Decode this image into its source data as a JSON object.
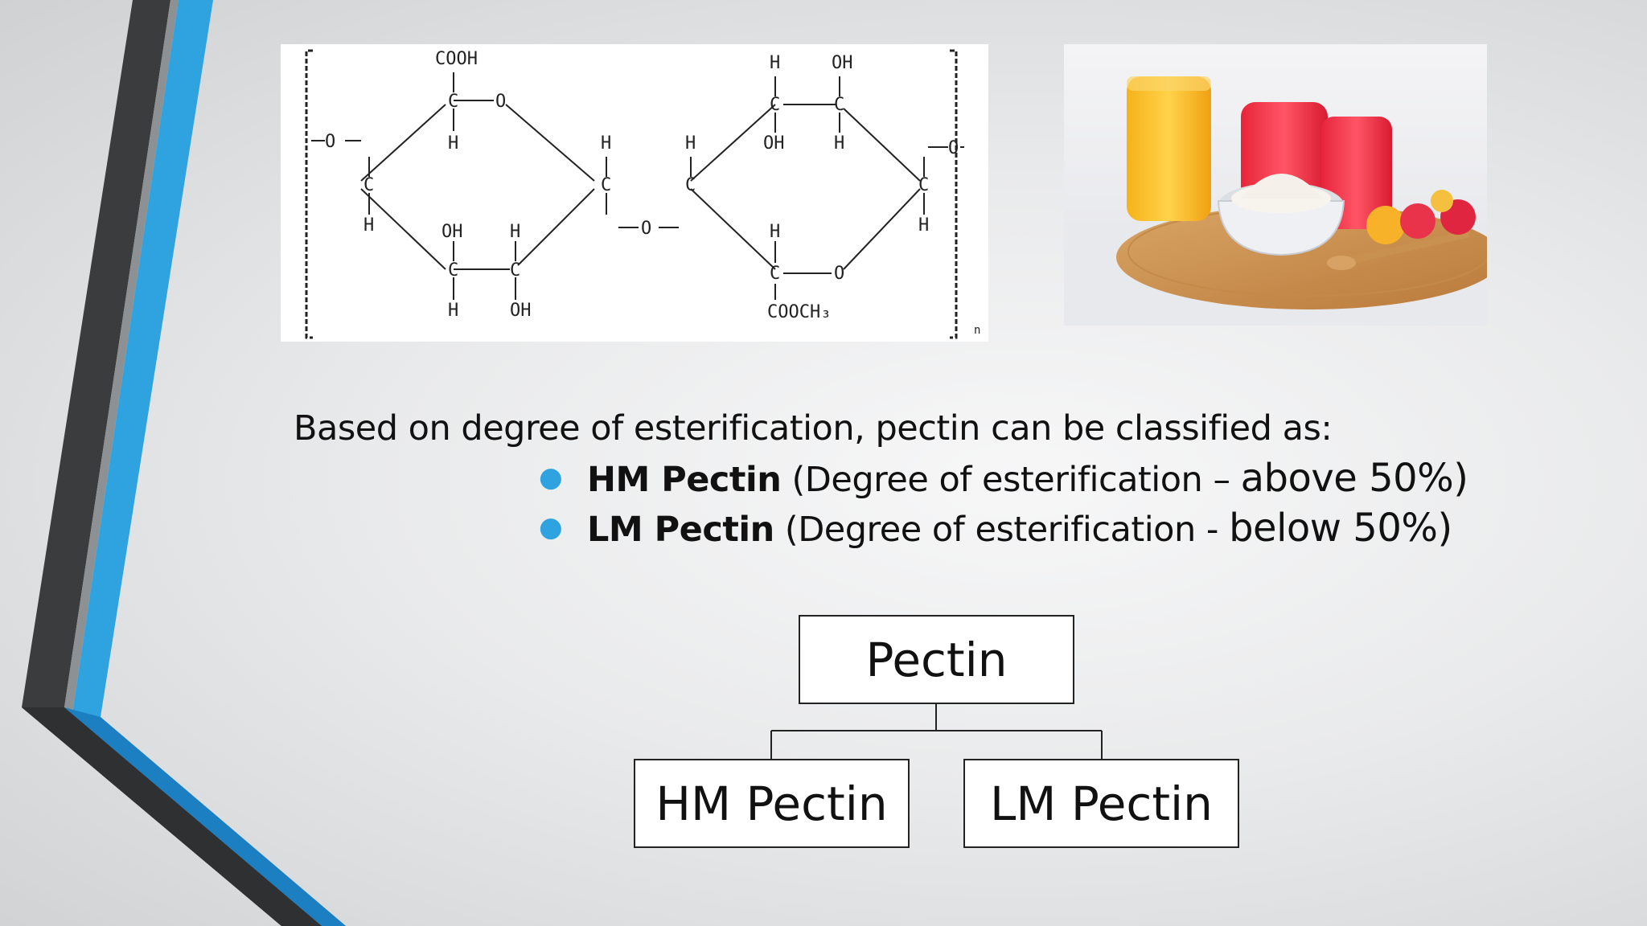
{
  "intro_text": "Based on degree of esterification, pectin can be classified as:",
  "bullets": [
    {
      "term": "HM Pectin",
      "detail": " (Degree of esterification – ",
      "value": "above 50%)"
    },
    {
      "term": "LM Pectin",
      "detail": "  (Degree of esterification - ",
      "value": "below 50%)"
    }
  ],
  "hierarchy": {
    "root": "Pectin",
    "children": [
      "HM Pectin",
      "LM Pectin"
    ]
  },
  "structure": {
    "labels": [
      "COOH",
      "O",
      "H",
      "C",
      "OH",
      "O",
      "OH",
      "H",
      "OH",
      "H",
      "C",
      "H",
      "H",
      "C",
      "H",
      "O",
      "C",
      "H",
      "O",
      "C",
      "H",
      "OH",
      "H",
      "C",
      "O",
      "COOCH₃",
      "n"
    ]
  },
  "colors": {
    "accent_blue": "#2ea3df",
    "dark_stripe": "#3b3c3e",
    "mid_stripe": "#555759"
  }
}
